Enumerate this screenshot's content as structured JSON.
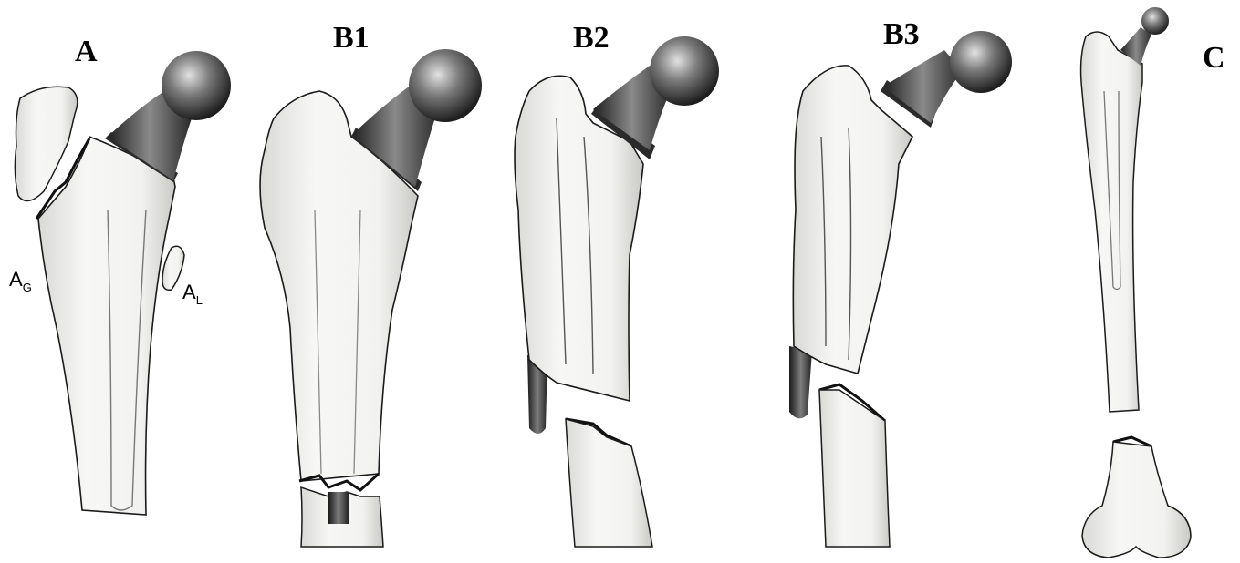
{
  "panels": [
    {
      "id": "A",
      "label": "A"
    },
    {
      "id": "B1",
      "label": "B1"
    },
    {
      "id": "B2",
      "label": "B2"
    },
    {
      "id": "B3",
      "label": "B3"
    },
    {
      "id": "C",
      "label": "C"
    }
  ],
  "fragment_labels": {
    "greater_main": "A",
    "greater_sub": "G",
    "lesser_main": "A",
    "lesser_sub": "L"
  },
  "colors": {
    "bone_fill": "#f3f3f1",
    "bone_stroke": "#1a1a1a",
    "implant_dark": "#2b2b2b",
    "implant_mid": "#6d6d6d",
    "implant_light": "#d8d8d8"
  }
}
